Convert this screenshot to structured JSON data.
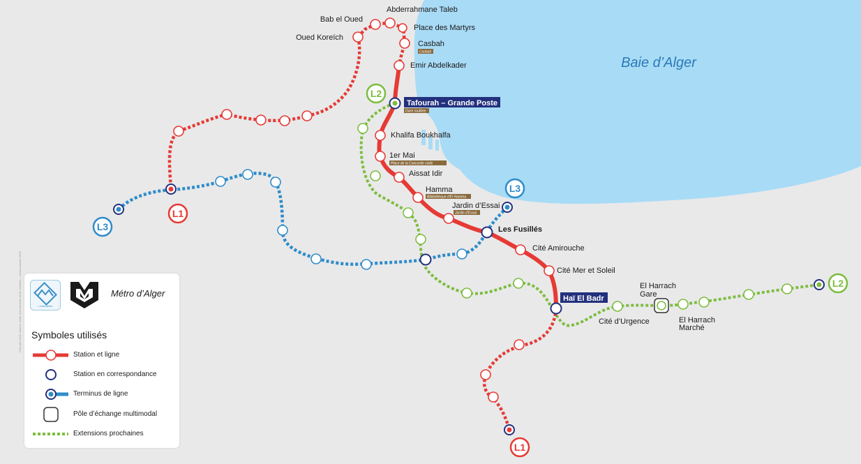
{
  "water": {
    "name": "Baie d’Alger",
    "color": "#a8dbf6"
  },
  "lines": {
    "L1": {
      "badge": "L1",
      "color": "#e63a35"
    },
    "L2": {
      "badge": "L2",
      "color": "#7dbd3e"
    },
    "L3": {
      "badge": "L3",
      "color": "#2f8cc9"
    }
  },
  "hubs": {
    "tafourah": {
      "name": "Tafourah – Grande Poste",
      "sub": "Gare routière"
    },
    "haibadr": {
      "name": "Haï El Badr"
    }
  },
  "stations": {
    "bab_el_oued": "Bab el Oued",
    "abderrahmane_taleb": "Abderrahmane Taleb",
    "oued_koreich": "Oued Koreïch",
    "place_martyrs": "Place des Martyrs",
    "casbah": "Casbah",
    "casbah_sub": "Casbah",
    "emir": "Emir Abdelkader",
    "khalifa": "Khalifa Boukhalfa",
    "premier_mai": "1er Mai",
    "premier_mai_sub": "Place de la Concorde civile",
    "aissat": "Aissat Idir",
    "hamma": "Hamma",
    "hamma_sub": "Bibliothèque d'El Hamma",
    "jardin": "Jardin d’Essai",
    "jardin_sub": "Jardin d'Essai",
    "fusilles": "Les Fusillés",
    "amirouche": "Cité Amirouche",
    "mer_soleil": "Cité Mer et Soleil",
    "urgence": "Cité d’Urgence",
    "harrach_gare_1": "El Harrach",
    "harrach_gare_2": "Gare",
    "harrach_marche_1": "El Harrach",
    "harrach_marche_2": "Marché"
  },
  "legend": {
    "brand": "Métro d’Alger",
    "title": "Symboles utilisés",
    "items": [
      "Station et ligne",
      "Station en correspondance",
      "Terminus de ligne",
      "Pôle d’échange multimodal",
      "Extensions prochaines"
    ],
    "logo_left_caption": "L'entreprise",
    "credit": "Créé par GASL dans le cadre d'un mémoire de fin d'études – version janvier 2009"
  }
}
